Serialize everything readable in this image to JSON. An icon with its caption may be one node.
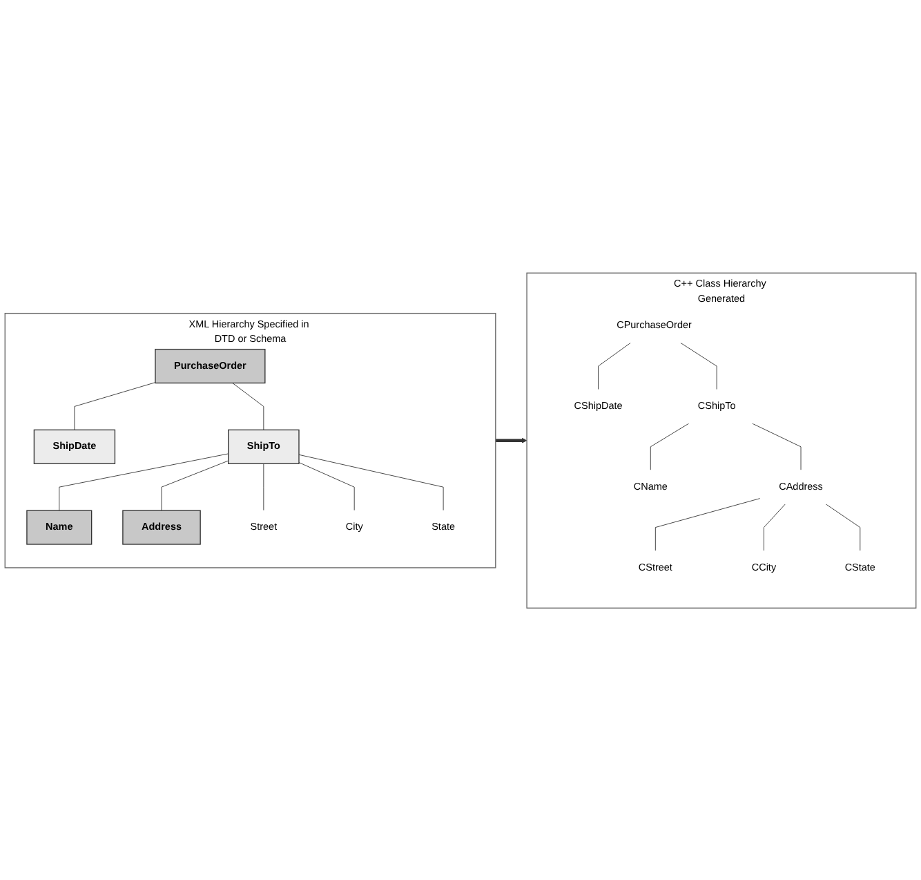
{
  "diagram": {
    "nodes": [
      {
        "text": [
          "XML Hierarchy Specified in DTD or Schema"
        ]
      },
      {
        "text": [
          "PurchaseOrder"
        ],
        "in": 0
      },
      {
        "text": [
          "ShipDate"
        ],
        "in": 0
      },
      {
        "text": [
          "ShipTo"
        ],
        "in": 0
      },
      {
        "text": [
          "Name"
        ],
        "in": 0
      },
      {
        "text": [
          "Address"
        ],
        "in": 0
      },
      {
        "text": [
          "Street"
        ],
        "in": 0
      },
      {
        "text": [
          "City"
        ],
        "in": 0
      },
      {
        "text": [
          "State"
        ],
        "in": 0
      },
      {
        "text": [
          "C++ Class Hierarchy Generated"
        ]
      },
      {
        "text": [
          "CPurchaseOrder"
        ],
        "in": 9
      },
      {
        "text": [
          "CShipDate"
        ],
        "in": 9
      },
      {
        "text": [
          "CShipTo"
        ],
        "in": 9
      },
      {
        "text": [
          "CName"
        ],
        "in": 9
      },
      {
        "text": [
          "CAddress"
        ],
        "in": 9
      },
      {
        "text": [
          "CStreet"
        ],
        "in": 9
      },
      {
        "text": [
          "CCity"
        ],
        "in": 9
      },
      {
        "text": [
          "CState"
        ],
        "in": 9
      }
    ],
    "edges": [
      {
        "from": 1,
        "to": 2,
        "arrow": "none"
      },
      {
        "from": 1,
        "to": 3,
        "arrow": "none"
      },
      {
        "from": 3,
        "to": 4,
        "arrow": "none"
      },
      {
        "from": 3,
        "to": 5,
        "arrow": "none"
      },
      {
        "from": 3,
        "to": 6,
        "arrow": "none"
      },
      {
        "from": 3,
        "to": 7,
        "arrow": "none"
      },
      {
        "from": 3,
        "to": 8,
        "arrow": "none"
      },
      {
        "from": 0,
        "to": 9,
        "arrow": "to",
        "style": "thick"
      },
      {
        "from": 10,
        "to": 11,
        "arrow": "none"
      },
      {
        "from": 10,
        "to": 12,
        "arrow": "none"
      },
      {
        "from": 12,
        "to": 13,
        "arrow": "none"
      },
      {
        "from": 12,
        "to": 14,
        "arrow": "none"
      },
      {
        "from": 14,
        "to": 15,
        "arrow": "none"
      },
      {
        "from": 14,
        "to": 16,
        "arrow": "none"
      },
      {
        "from": 14,
        "to": 17,
        "arrow": "none"
      }
    ]
  }
}
